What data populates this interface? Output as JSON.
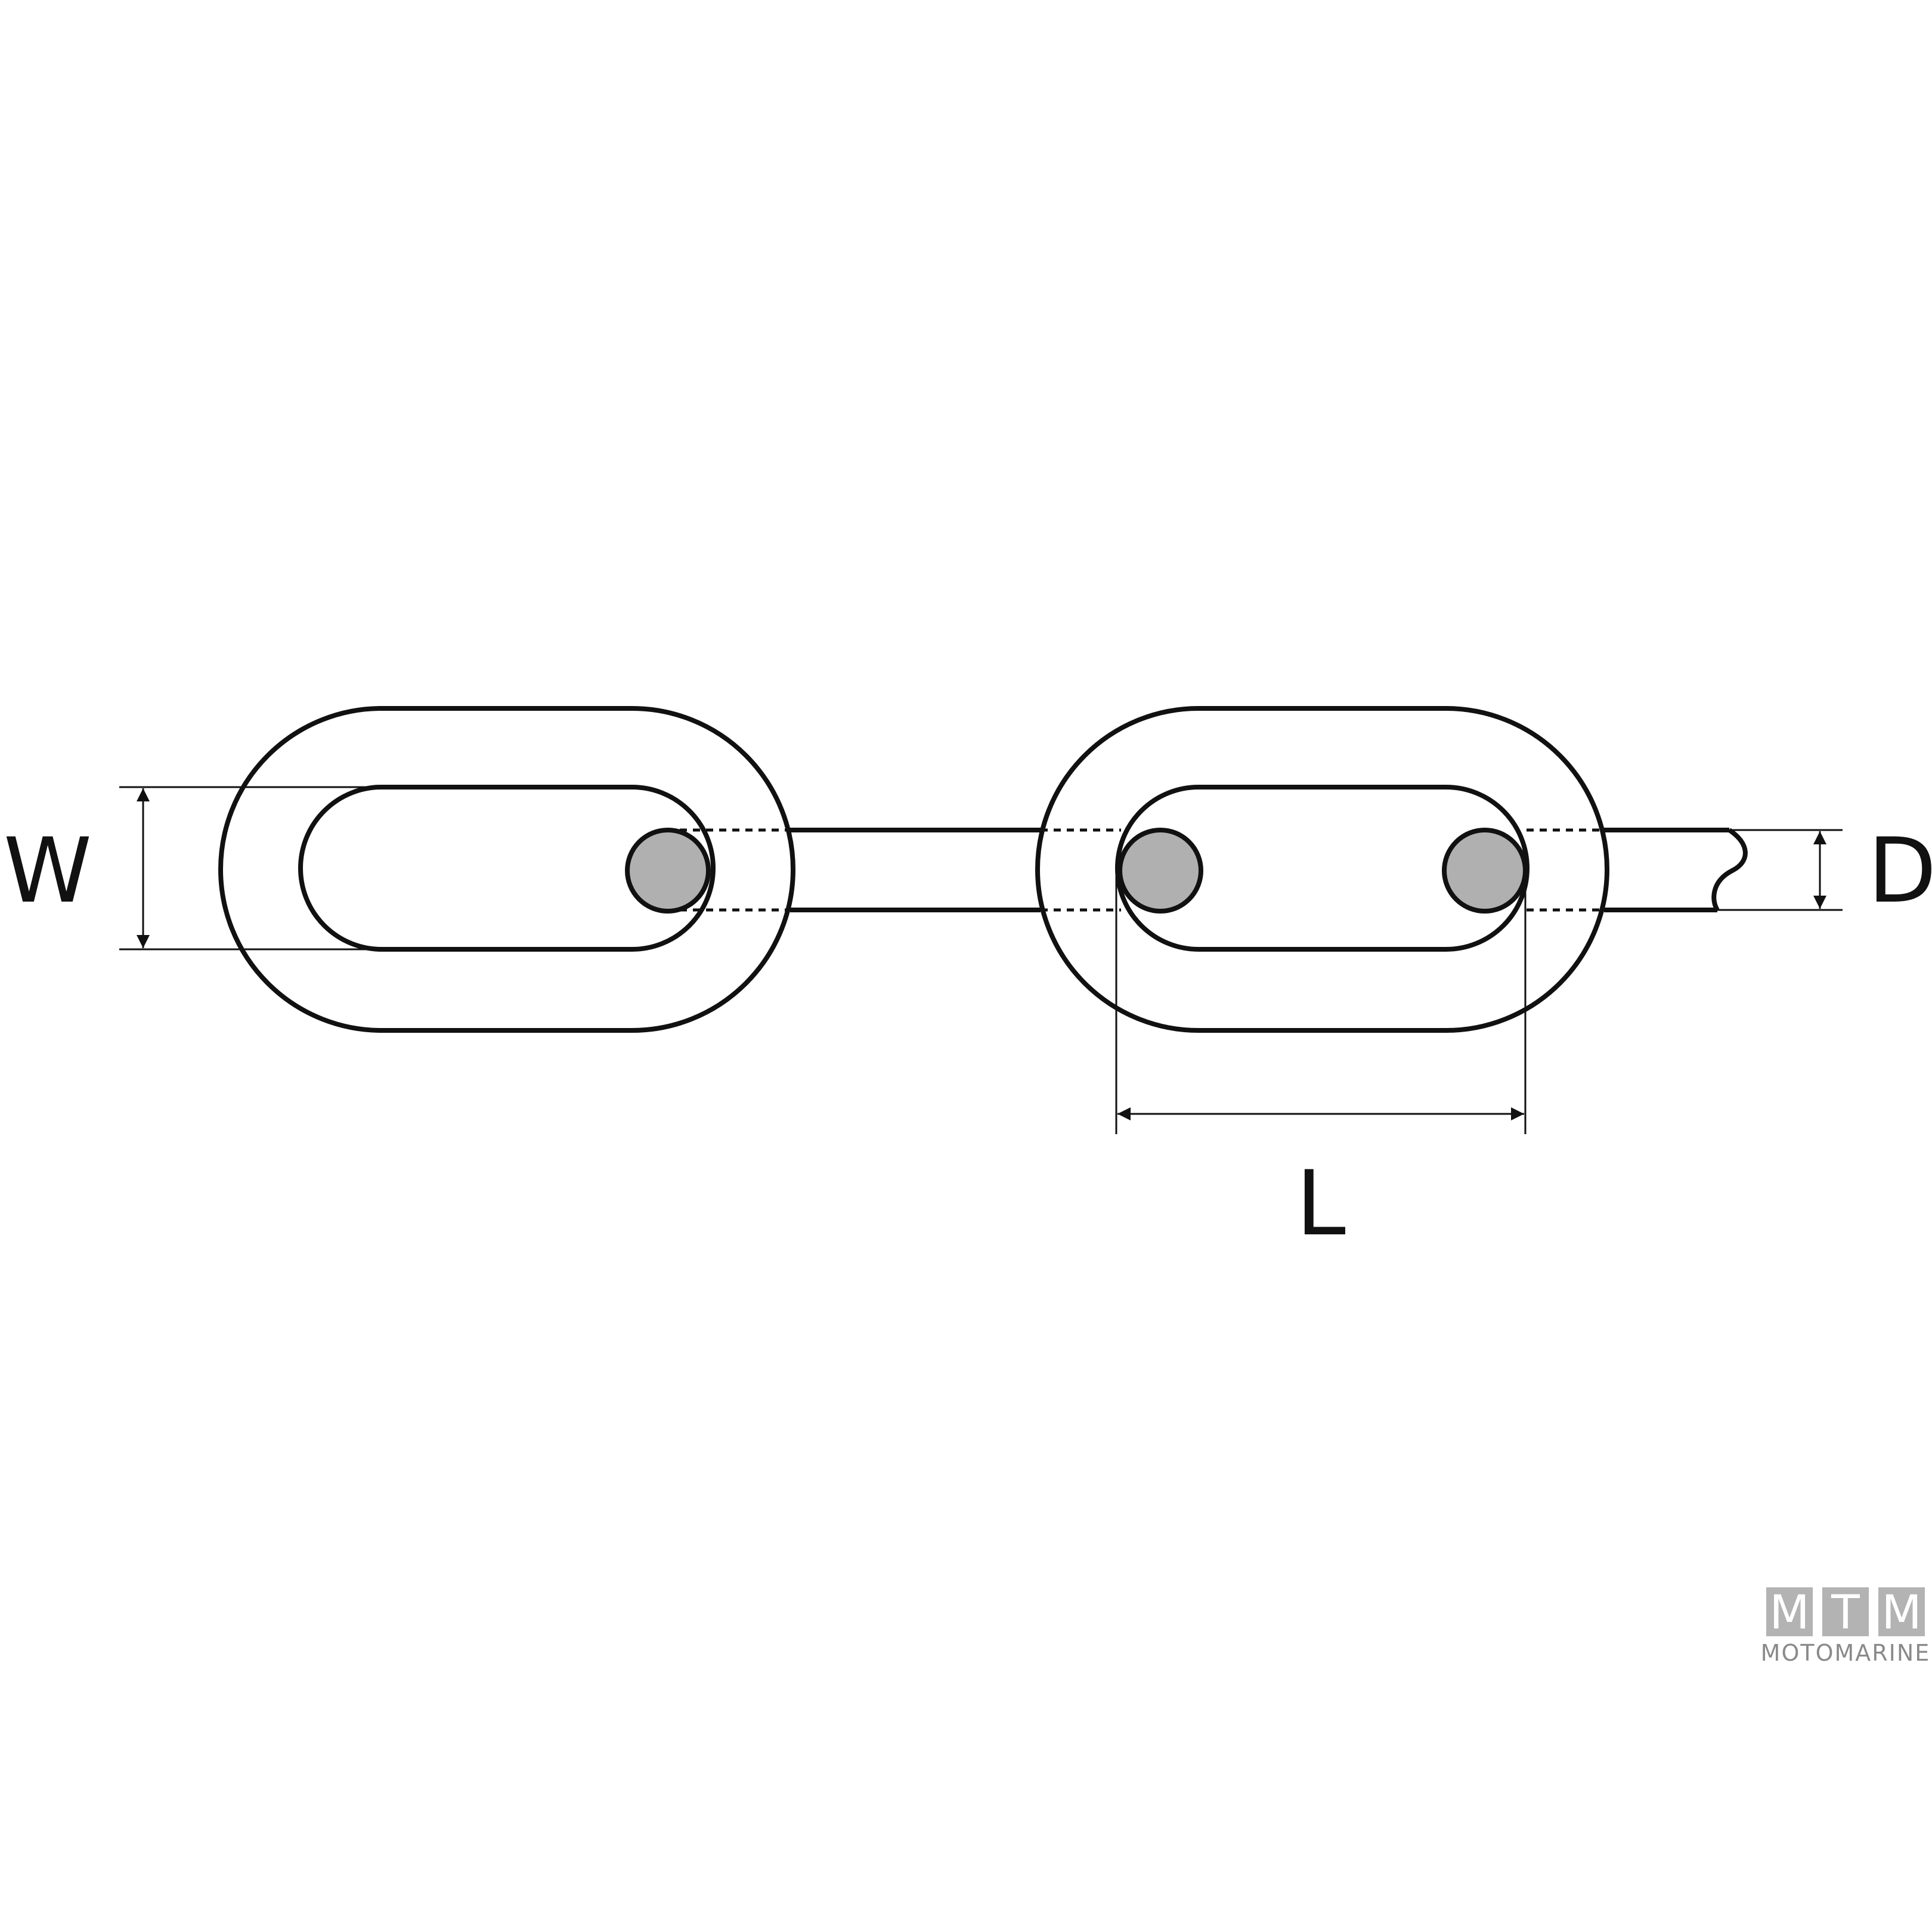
{
  "labels": {
    "width": "W",
    "length": "L",
    "diameter": "D"
  },
  "logo": {
    "letters": [
      "M",
      "T",
      "M"
    ],
    "wordmark": "MOTOMARINE"
  },
  "colors": {
    "line": "#111111",
    "wire_section": "#b0b0b0",
    "logo_box": "#b3b3b3",
    "logo_text": "#8a8a8a"
  }
}
